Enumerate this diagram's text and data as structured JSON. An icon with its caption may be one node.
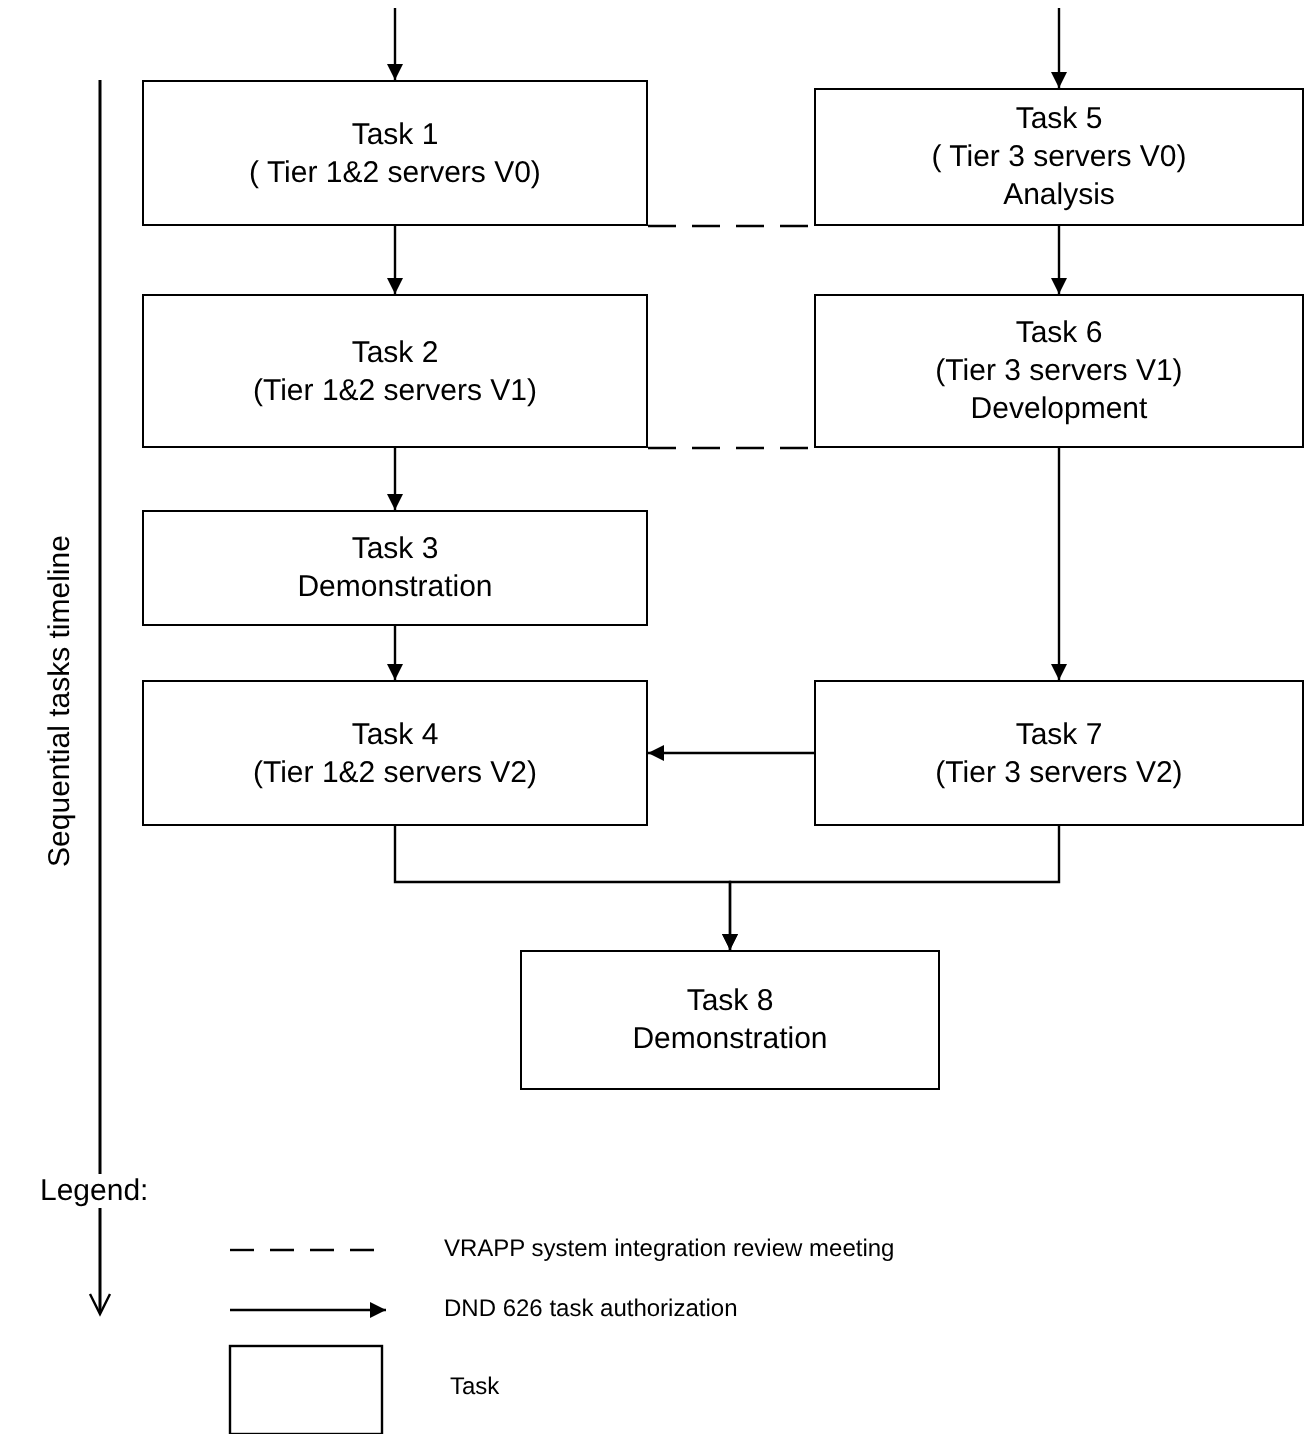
{
  "diagram": {
    "nodes": [
      {
        "text": [
          "Task 1",
          "( Tier 1&2 servers V0)"
        ]
      },
      {
        "text": [
          "Task 2",
          "(Tier 1&2 servers V1)"
        ]
      },
      {
        "text": [
          "Task 3",
          "Demonstration"
        ]
      },
      {
        "text": [
          "Task 4",
          "(Tier 1&2 servers V2)"
        ]
      },
      {
        "text": [
          "Task 5",
          "( Tier 3 servers V0)",
          "Analysis"
        ]
      },
      {
        "text": [
          "Task 6",
          "(Tier 3 servers V1)",
          "Development"
        ]
      },
      {
        "text": [
          "Task 7",
          "(Tier 3 servers V2)"
        ]
      },
      {
        "text": [
          "Task 8",
          "Demonstration"
        ]
      }
    ],
    "edges": [
      {
        "from": null,
        "to": 0,
        "arrow": "to"
      },
      {
        "from": null,
        "to": 4,
        "arrow": "to"
      },
      {
        "from": 0,
        "to": 1,
        "arrow": "to"
      },
      {
        "from": 1,
        "to": 2,
        "arrow": "to"
      },
      {
        "from": 2,
        "to": 3,
        "arrow": "to"
      },
      {
        "from": 4,
        "to": 5,
        "arrow": "to"
      },
      {
        "from": 5,
        "to": 6,
        "arrow": "to"
      },
      {
        "from": 6,
        "to": 3,
        "arrow": "to"
      },
      {
        "from": 3,
        "to": 7,
        "arrow": "to"
      },
      {
        "from": 6,
        "to": 7,
        "arrow": "to"
      },
      {
        "from": 0,
        "to": 4,
        "arrow": "none",
        "style": "dashed"
      },
      {
        "from": 1,
        "to": 5,
        "arrow": "none",
        "style": "dashed"
      }
    ],
    "labels": [
      "Sequential tasks timeline",
      "Legend:"
    ],
    "legend": [
      {
        "text": "VRAPP system integration review meeting"
      },
      {
        "text": "DND 626 task authorization"
      },
      {
        "text": "Task"
      }
    ]
  }
}
